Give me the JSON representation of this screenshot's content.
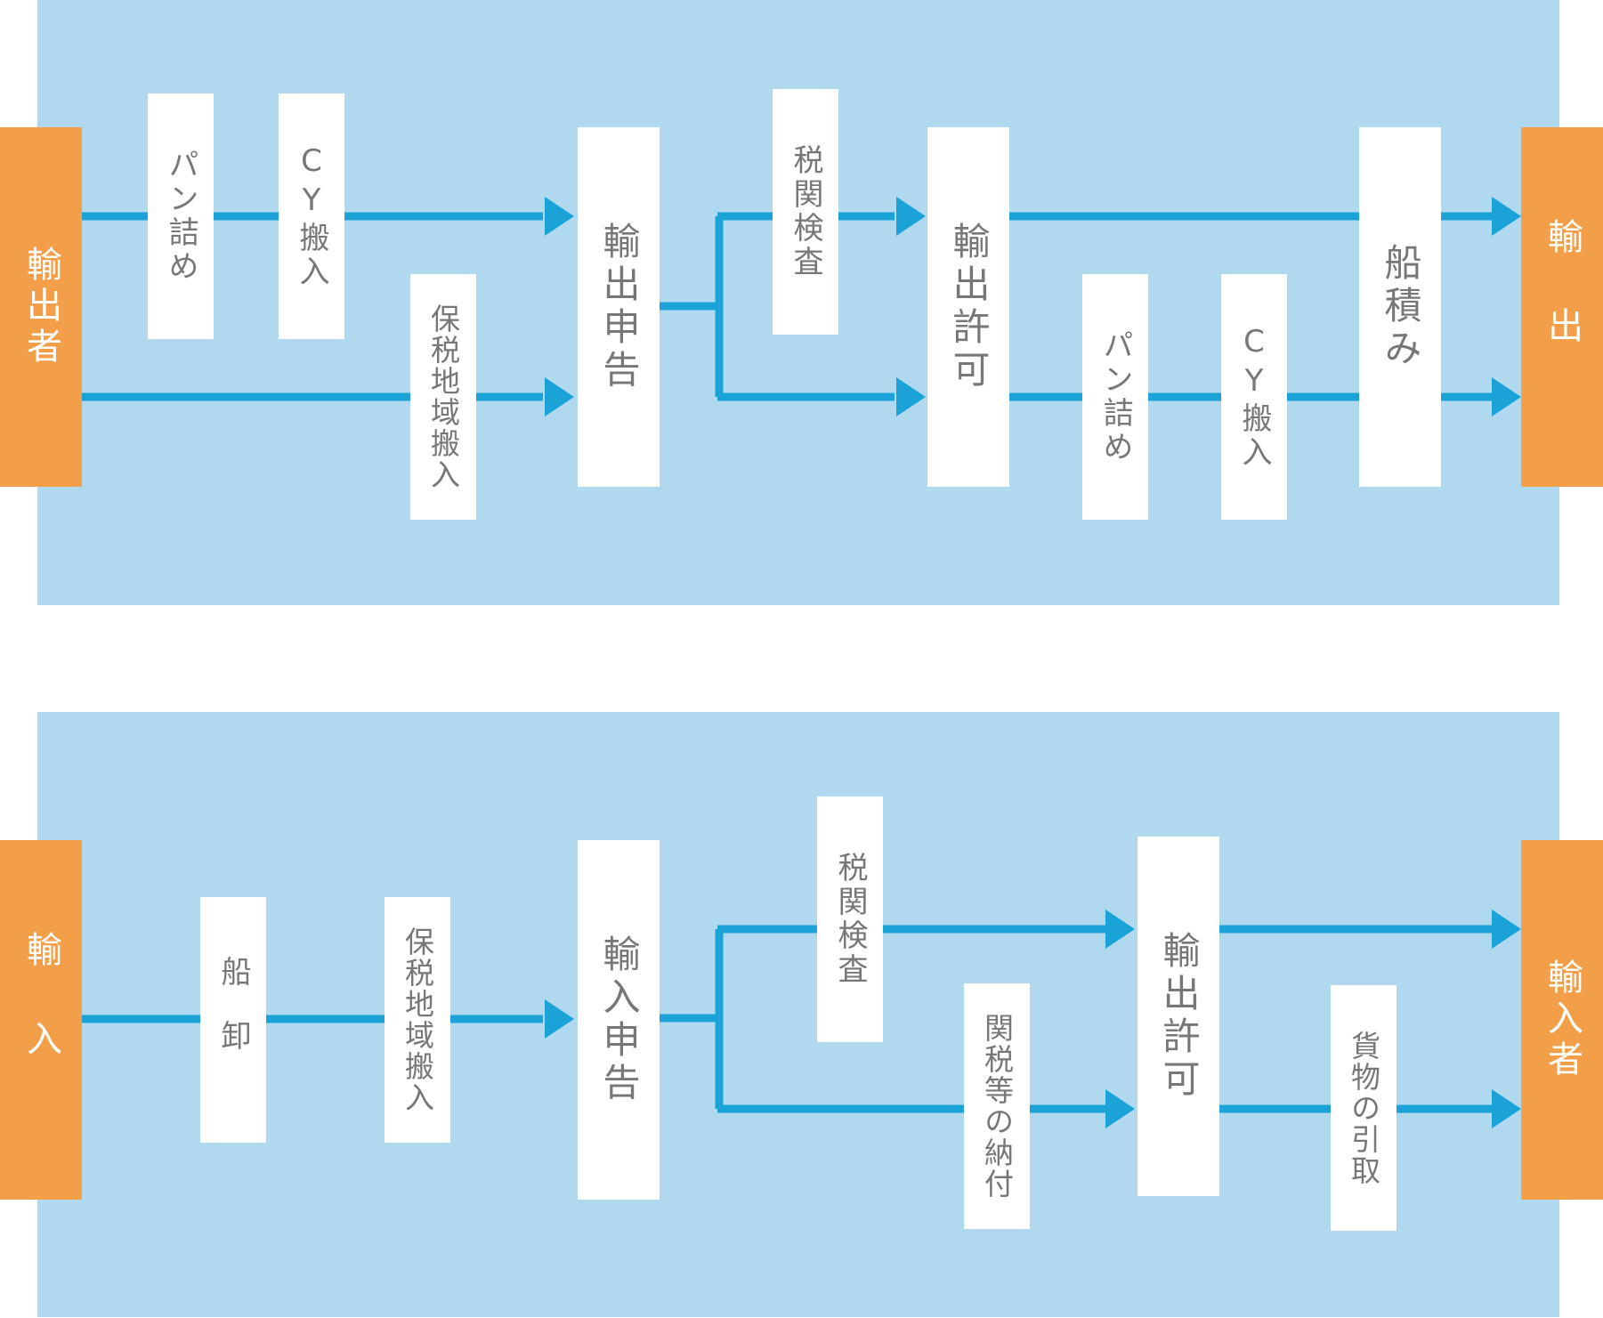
{
  "colors": {
    "panel": "#b0d9f0",
    "arrow": "#1ba3d7",
    "actor": "#f39f4a",
    "box": "#ffffff",
    "box_text": "#777777"
  },
  "export_flow": {
    "exporter": "輸出者",
    "van_pack_1": "パン詰め",
    "cy_in_1": "CY搬入",
    "bonded_area_in": "保税地域搬入",
    "export_declaration": "輸出申告",
    "customs_inspection": "税関検査",
    "export_permit": "輸出許可",
    "van_pack_2": "パン詰め",
    "cy_in_2": "CY搬入",
    "loading": "船積み",
    "export_end": "輸出"
  },
  "import_flow": {
    "import_start": "輸入",
    "unloading": "船卸",
    "bonded_area_in": "保税地域搬入",
    "import_declaration": "輸入申告",
    "customs_inspection": "税関検査",
    "duty_payment": "関税等の納付",
    "permit": "輸出許可",
    "cargo_pickup": "貨物の引取",
    "importer": "輸入者"
  }
}
